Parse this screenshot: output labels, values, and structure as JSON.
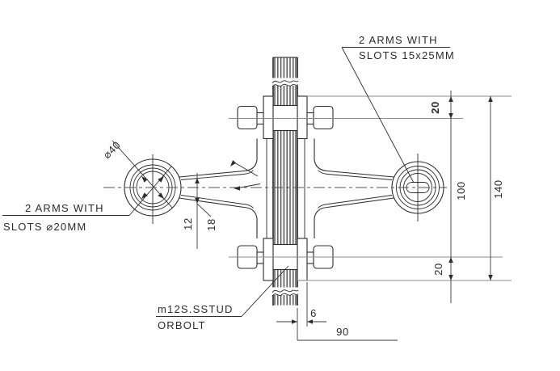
{
  "drawing": {
    "callouts": {
      "top_right": {
        "line1": "2 ARMS WITH",
        "line2": "SLOTS 15x25MM"
      },
      "left": {
        "line1": "2 ARMS WITH",
        "line2": "SLOTS ⌀20MM"
      },
      "bottom": {
        "line1": "m12S.SSTUD",
        "line2": "ORBOLT"
      }
    },
    "dimensions": {
      "hole_diameter": "⌀40",
      "top_edge_to_bolt": "20",
      "bolt_spacing": "100",
      "overall_height": "140",
      "bolt_to_bottom_edge": "20",
      "arm_thickness_inner": "12",
      "arm_thickness_outer": "18",
      "glass_thickness": "6",
      "face_offset": "90"
    },
    "colors": {
      "outline": "#2d2d2d",
      "dimension_line": "#3a3a3a",
      "extension_line": "#8c8c8c",
      "background": "#ffffff"
    }
  }
}
